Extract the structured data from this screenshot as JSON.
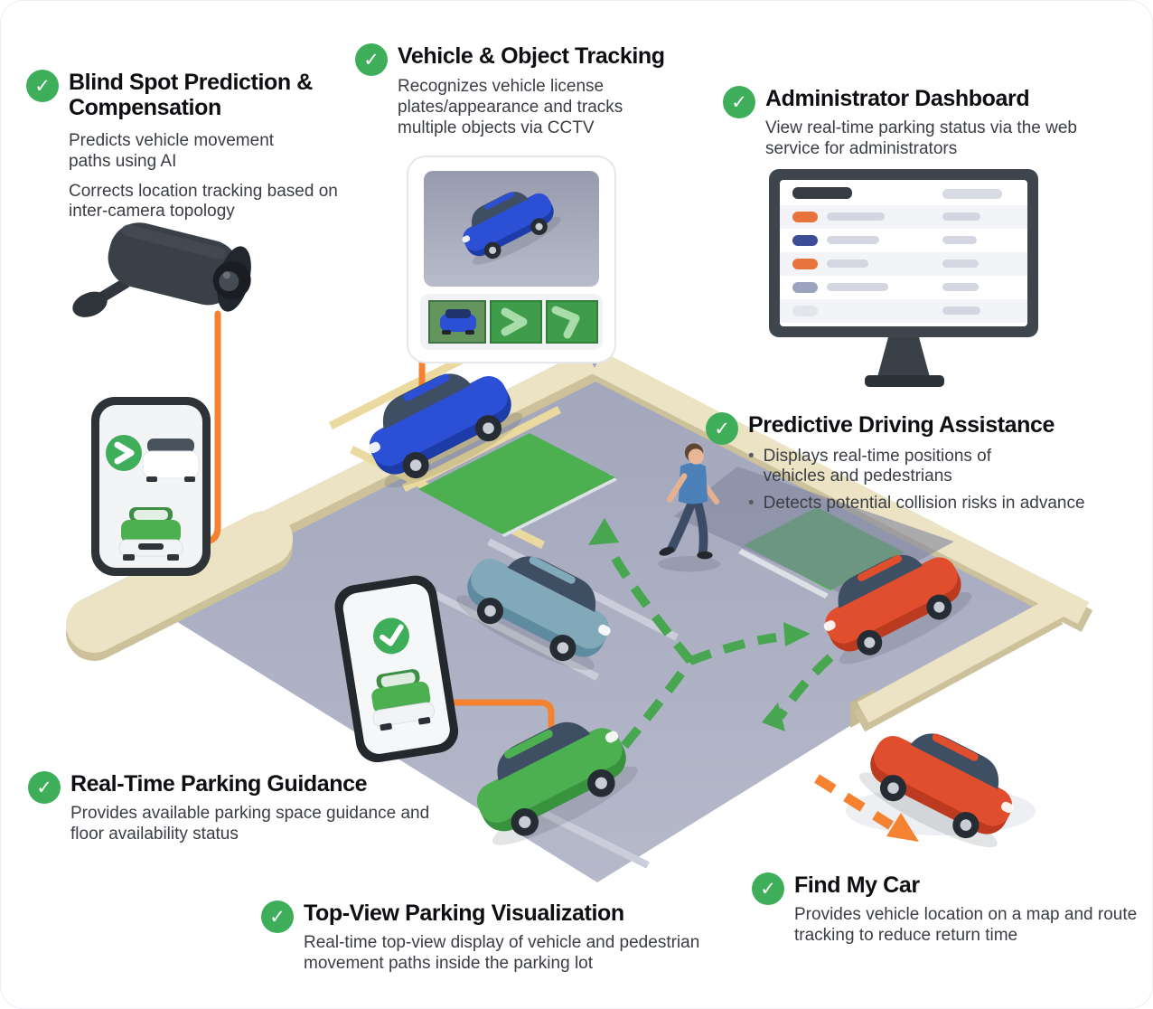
{
  "features": [
    {
      "id": "blind-spot",
      "title": "Blind Spot Prediction & Compensation",
      "descriptions": [
        "Predicts vehicle movement paths using AI",
        "Corrects location tracking based on inter-camera topology"
      ]
    },
    {
      "id": "vehicle-object-tracking",
      "title": "Vehicle & Object Tracking",
      "descriptions": [
        "Recognizes vehicle license plates/appearance and tracks multiple objects via CCTV"
      ]
    },
    {
      "id": "administrator-dashboard",
      "title": "Administrator Dashboard",
      "descriptions": [
        "View real-time parking status via the web service for administrators"
      ]
    },
    {
      "id": "predictive-driving-assistance",
      "title": "Predictive Driving Assistance",
      "bullets": [
        "Displays real-time positions of vehicles and pedestrians",
        "Detects potential collision risks in advance"
      ],
      "bullet_marker": "•"
    },
    {
      "id": "real-time-parking-guidance",
      "title": "Real-Time Parking Guidance",
      "descriptions": [
        "Provides available parking space guidance and floor availability status"
      ]
    },
    {
      "id": "top-view-parking-visualization",
      "title": "Top-View Parking Visualization",
      "descriptions": [
        "Real-time top-view display of vehicle and pedestrian movement paths inside the parking lot"
      ]
    },
    {
      "id": "find-my-car",
      "title": "Find My Car",
      "descriptions": [
        "Provides vehicle location on a map and route tracking to reduce return time"
      ]
    }
  ],
  "icons": {
    "check": "✓"
  },
  "scene": {
    "objects": [
      "cctv-camera",
      "admin-dashboard-monitor",
      "vehicle-tracking-card",
      "parking-guidance-phone",
      "spot-confirmation-phone",
      "parking-lot",
      "pedestrian",
      "blue-car",
      "teal-car",
      "green-car",
      "red-car-parked",
      "red-car-leaving",
      "available-space-green",
      "route-arrows-green",
      "exit-arrow-orange",
      "connector-lines-orange"
    ],
    "colors": {
      "green-badge": "#3FAE5A",
      "route-green": "#47A64F",
      "connector-orange": "#F58230",
      "floor": "#A8ACC0",
      "curb-top": "#EBE3C3",
      "curb-side": "#CCC19B",
      "space-green": "#4CAF50",
      "mark-tan": "#EADA9F",
      "mark-gray": "#CBCEDA",
      "car-blue": "#2B50D6",
      "car-teal": "#81A9BA",
      "car-green": "#4CAF50",
      "car-red": "#E14E2E",
      "cabin": "#3E4E63",
      "device-dark": "#2E3338",
      "monitor-orange": "#E8743C",
      "monitor-navy": "#3C4C96"
    }
  }
}
